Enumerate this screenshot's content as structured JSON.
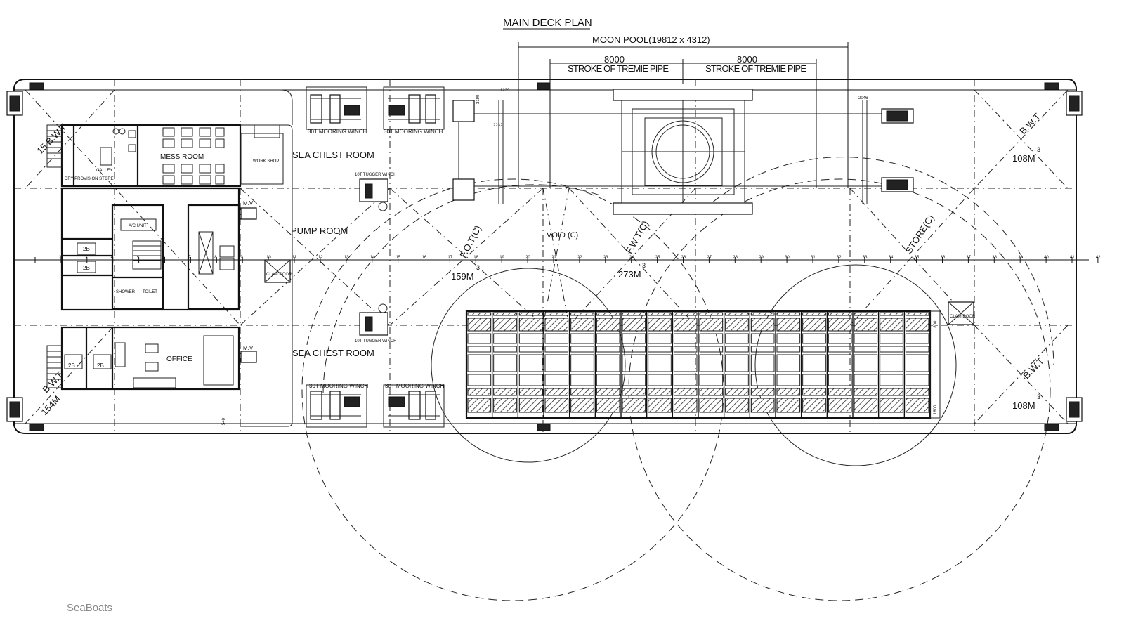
{
  "title": "MAIN DECK PLAN",
  "moon_pool": "MOON POOL(19812 x 4312)",
  "stroke_left_dim": "8000",
  "stroke_right_dim": "8000",
  "stroke_left_label": "STROKE OF TREMIE PIPE",
  "stroke_right_label": "STROKE OF TREMIE PIPE",
  "rooms": {
    "mess_room": "MESS ROOM",
    "galley": "GALLEY",
    "dry_provision": "DRY PROVISION STORE",
    "work_shop": "WORK SHOP",
    "sea_chest_top": "SEA CHEST ROOM",
    "pump_room": "PUMP ROOM",
    "sea_chest_bottom": "SEA CHEST ROOM",
    "office": "OFFICE",
    "shower": "SHOWER",
    "toilet": "TOILET",
    "ac_unit": "A/C UNIT",
    "cabin_2b_a": "2B",
    "cabin_2b_b": "2B",
    "cabin_2b_c": "2B",
    "cabin_2b_d": "2B"
  },
  "equipment": {
    "mooring_winch_1": "30T MOORING WINCH",
    "mooring_winch_2": "30T MOORING WINCH",
    "mooring_winch_3": "30T MOORING WINCH",
    "mooring_winch_4": "30T MOORING WINCH",
    "tugger_winch_1": "10T TUGGER WINCH",
    "tugger_winch_2": "10T TUGGER WINCH",
    "mv_1": "M.V",
    "mv_2": "M.V",
    "clam_door_1": "CLAM DOOR",
    "clam_door_2": "CLAM DOOR"
  },
  "tanks": {
    "fot": "F.O.T(C)",
    "fot_vol": "159M",
    "void": "VOID (C)",
    "fwt": "F.W.T(C)",
    "fwt_vol": "273M",
    "store": "STORE(C)",
    "bwt_tl": "15 B.W.T",
    "bwt_bl": "B.W.T",
    "bwt_bl_vol": "154M",
    "bwt_tr": "B.W.T",
    "bwt_tr_vol": "108M",
    "bwt_br": "B.W.T",
    "bwt_br_vol": "108M",
    "cube": "3"
  },
  "frame_numbers": [
    "1",
    "2",
    "3",
    "4",
    "5",
    "6",
    "7",
    "8",
    "9",
    "10",
    "11",
    "12",
    "13",
    "14",
    "15",
    "16",
    "17",
    "18",
    "19",
    "20",
    "21",
    "22",
    "23",
    "24",
    "25",
    "26",
    "27",
    "28",
    "29",
    "30",
    "31",
    "32",
    "33",
    "34",
    "35",
    "36",
    "37",
    "38",
    "39",
    "40",
    "41",
    "42"
  ],
  "small_dims": [
    "1239",
    "2232",
    "2046",
    "3190",
    "1800",
    "1800",
    "540"
  ],
  "watermark": "SeaBoats"
}
